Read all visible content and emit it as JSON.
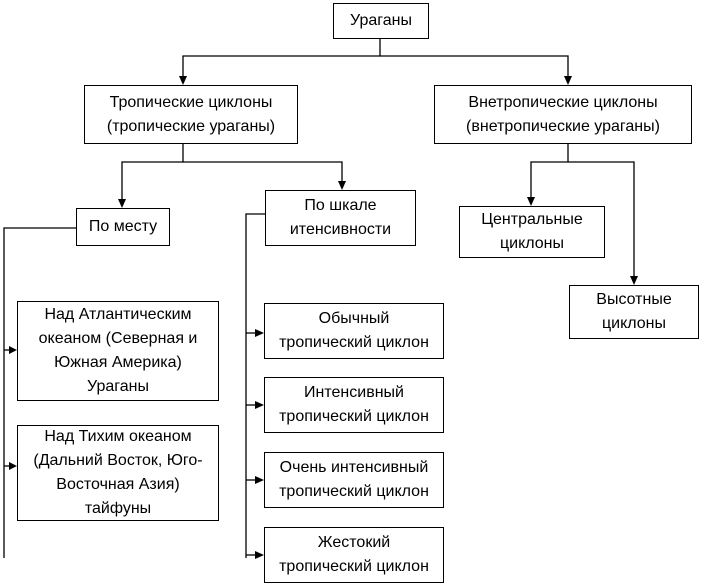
{
  "diagram": {
    "root": "Ураганы",
    "tropical": "Тропические циклоны\n(тропические ураганы)",
    "extratropical": "Внетропические циклоны\n(внетропические ураганы)",
    "by_place": "По месту",
    "by_scale": "По шкале\nитенсивности",
    "central": "Центральные\nциклоны",
    "high_altitude": "Высотные\nциклоны",
    "atlantic": "Над Атлантическим\nокеаном (Северная и\nЮжная Америка)\nУраганы",
    "pacific": "Над Тихим океаном\n(Дальний Восток, Юго-\nВосточная Азия)\nтайфуны",
    "ordinary": "Обычный\nтропический циклон",
    "intense": "Интенсивный\nтропический циклон",
    "very_intense": "Очень интенсивный\nтропический циклон",
    "severe": "Жестокий\nтропический циклон"
  }
}
